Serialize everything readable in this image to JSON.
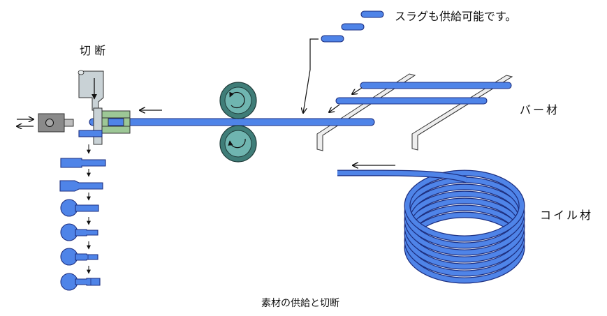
{
  "labels": {
    "cutting": "切 断",
    "slug_supply": "スラグも供給可能です。",
    "bar_material": "バー材",
    "coil_material": "コイル材",
    "caption": "素材の供給と切断"
  },
  "colors": {
    "material_blue": "#4f84e8",
    "material_outline": "#1d2f80",
    "roller_teal": "#5a9f9a",
    "die_green": "#9dc796",
    "cutter_gray": "#c9d2d6",
    "rack_fill": "#eeeeee"
  },
  "icons": {
    "feed_direction": "left-arrow-icon",
    "roller_rotation": "rotation-arrow-icon",
    "process_step": "down-arrow-icon"
  }
}
